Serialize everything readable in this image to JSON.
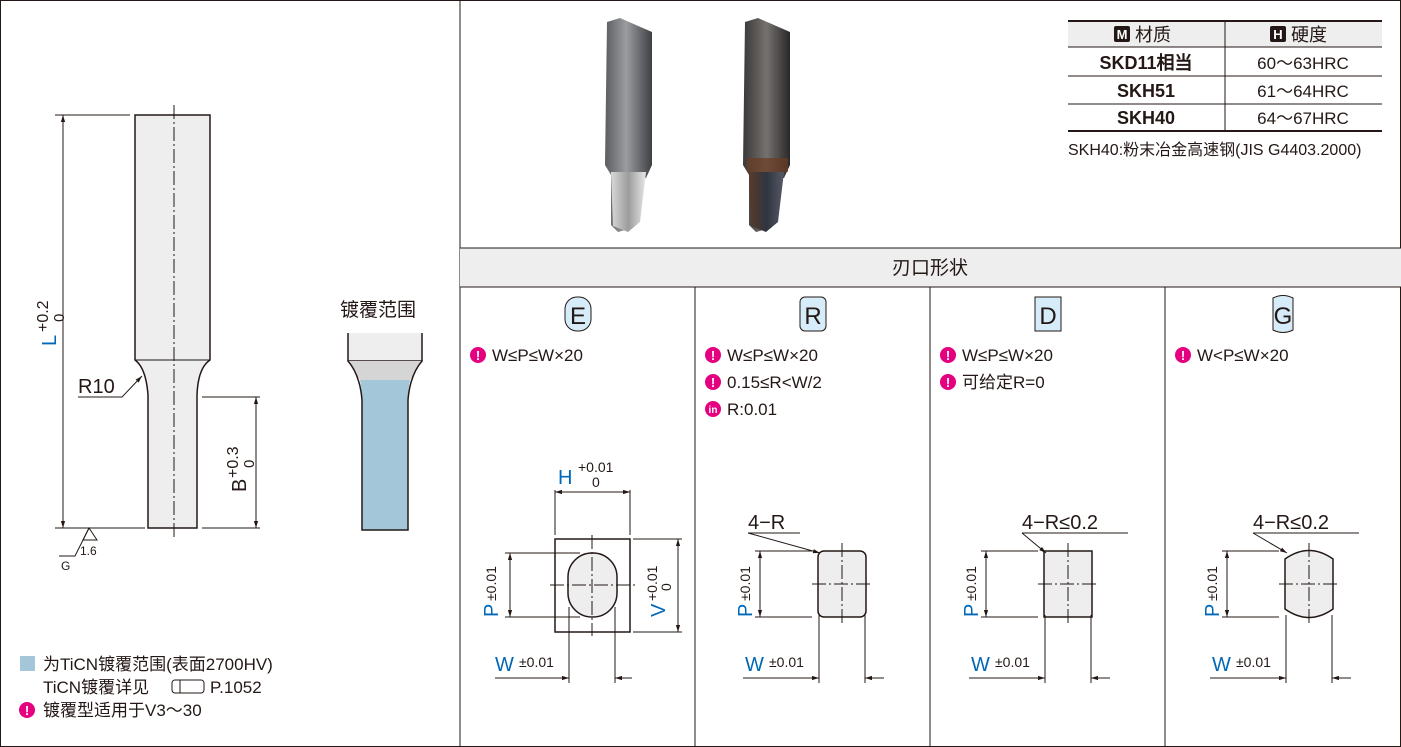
{
  "left": {
    "dim_L": "L",
    "tol_L_upper": "+0.2",
    "tol_L_lower": "0",
    "radius_label": "R10",
    "dim_B": "B",
    "tol_B_upper": "+0.3",
    "tol_B_lower": "0",
    "roughness_value": "1.6",
    "roughness_grade": "G",
    "coating_title": "镀覆范围",
    "legend_coating": "为TiCN镀覆范围(表面2700HV)",
    "legend_ref_text": "TiCN镀覆详见",
    "legend_ref_page": "P.1052",
    "legend_note": "镀覆型适用于V3～30"
  },
  "materials": {
    "header_material_icon": "M",
    "header_material": "材质",
    "header_hardness_icon": "H",
    "header_hardness": "硬度",
    "rows": [
      {
        "material": "SKD11相当",
        "hardness": "60～63HRC"
      },
      {
        "material": "SKH51",
        "hardness": "61～64HRC"
      },
      {
        "material": "SKH40",
        "hardness": "64～67HRC"
      }
    ],
    "note": "SKH40:粉末冶金高速钢(JIS G4403.2000)"
  },
  "shapes": {
    "title": "刃口形状",
    "columns": [
      {
        "code": "E",
        "notes": [
          {
            "icon": "!",
            "text": "W≤P≤W×20"
          }
        ],
        "dims": {
          "H": "H",
          "H_up": "+0.01",
          "H_lo": "0",
          "P": "P",
          "P_tol": "±0.01",
          "V": "V",
          "V_up": "+0.01",
          "V_lo": "0",
          "W": "W",
          "W_tol": "±0.01"
        }
      },
      {
        "code": "R",
        "notes": [
          {
            "icon": "!",
            "text": "W≤P≤W×20"
          },
          {
            "icon": "!",
            "text": "0.15≤R<W/2"
          },
          {
            "icon": "in",
            "text": "R:0.01"
          }
        ],
        "dims": {
          "corner": "4−R",
          "P": "P",
          "P_tol": "±0.01",
          "W": "W",
          "W_tol": "±0.01"
        }
      },
      {
        "code": "D",
        "notes": [
          {
            "icon": "!",
            "text": "W≤P≤W×20"
          },
          {
            "icon": "!",
            "text": "可给定R=0"
          }
        ],
        "dims": {
          "corner": "4−R≤0.2",
          "P": "P",
          "P_tol": "±0.01",
          "W": "W",
          "W_tol": "±0.01"
        }
      },
      {
        "code": "G",
        "notes": [
          {
            "icon": "!",
            "text": "W<P≤W×20"
          }
        ],
        "dims": {
          "corner": "4−R≤0.2",
          "P": "P",
          "P_tol": "±0.01",
          "W": "W",
          "W_tol": "±0.01"
        }
      }
    ]
  },
  "colors": {
    "accent_blue": "#0068b7",
    "note_magenta": "#e4007f",
    "coating_blue": "#a3c6d9",
    "badge_bg": "#d6ecf9",
    "header_gray": "#eeeeee"
  }
}
